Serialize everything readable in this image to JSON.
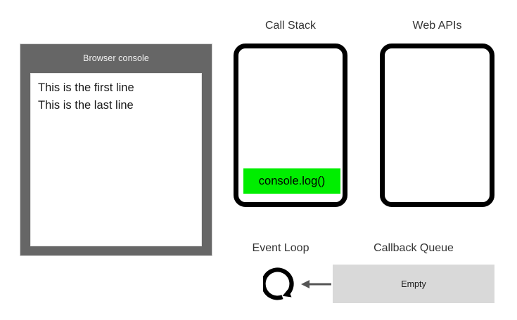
{
  "console": {
    "title": "Browser console",
    "lines": [
      "This is the first line",
      "This is the last line"
    ]
  },
  "call_stack": {
    "title": "Call Stack",
    "frames": [
      {
        "label": "console.log()",
        "color": "#00ee00"
      }
    ]
  },
  "web_apis": {
    "title": "Web APIs",
    "items": []
  },
  "event_loop": {
    "title": "Event Loop",
    "icon": "circular-arrow-icon"
  },
  "callback_queue": {
    "title": "Callback Queue",
    "status": "Empty"
  },
  "arrow": {
    "name": "left-arrow-icon",
    "direction": "left",
    "color": "#555555"
  },
  "colors": {
    "console_frame": "#666666",
    "console_title_text": "#f2f2f2",
    "box_border": "#000000",
    "stack_frame": "#00ee00",
    "queue_background": "#d9d9d9",
    "title_text": "#333333"
  }
}
